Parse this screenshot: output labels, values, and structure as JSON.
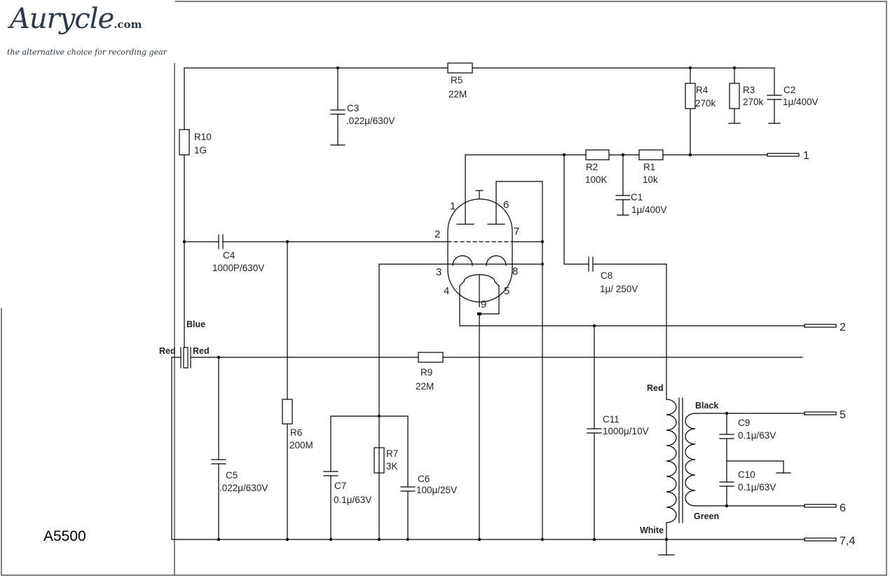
{
  "logo": {
    "name": "Aurycle",
    "domain": ".com",
    "tagline": "the alternative choice for recording gear"
  },
  "model": "A5500",
  "components": {
    "R1": {
      "ref": "R1",
      "value": "10k"
    },
    "R2": {
      "ref": "R2",
      "value": "100K"
    },
    "R3": {
      "ref": "R3",
      "value": "270k"
    },
    "R4": {
      "ref": "R4",
      "value": "270k"
    },
    "R5": {
      "ref": "R5",
      "value": "22M"
    },
    "R6": {
      "ref": "R6",
      "value": "200M"
    },
    "R7": {
      "ref": "R7",
      "value": "3K"
    },
    "R9": {
      "ref": "R9",
      "value": "22M"
    },
    "R10": {
      "ref": "R10",
      "value": "1G"
    },
    "C1": {
      "ref": "C1",
      "value": "1μ/400V"
    },
    "C2": {
      "ref": "C2",
      "value": "1μ/400V"
    },
    "C3": {
      "ref": "C3",
      "value": ".022μ/630V"
    },
    "C4": {
      "ref": "C4",
      "value": "1000P/630V"
    },
    "C5": {
      "ref": "C5",
      "value": ".022μ/630V"
    },
    "C6": {
      "ref": "C6",
      "value": "100μ/25V"
    },
    "C7": {
      "ref": "C7",
      "value": "0.1μ/63V"
    },
    "C8": {
      "ref": "C8",
      "value": "1μ/ 250V"
    },
    "C9": {
      "ref": "C9",
      "value": "0.1μ/63V"
    },
    "C10": {
      "ref": "C10",
      "value": "0.1μ/63V"
    },
    "C11": {
      "ref": "C11",
      "value": "1000μ/10V"
    }
  },
  "tube_pins": [
    "1",
    "2",
    "3",
    "4",
    "5",
    "6",
    "7",
    "8",
    "9"
  ],
  "terminals": [
    "1",
    "2",
    "5",
    "6",
    "7,4"
  ],
  "wire_colors": {
    "capsule_top": "Blue",
    "capsule_left": "Red",
    "capsule_right": "Red",
    "transformer_primary_top": "Red",
    "transformer_primary_bottom": "White",
    "transformer_secondary_top": "Black",
    "transformer_secondary_bottom": "Green"
  }
}
